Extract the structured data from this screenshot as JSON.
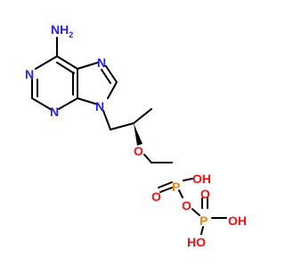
{
  "molecule": {
    "atoms": {
      "amine": "NH",
      "amine_sub": "2",
      "n1": "N",
      "n3": "N",
      "n7": "N",
      "n9": "N",
      "ether_o": "O",
      "p1": "P",
      "p1_oxo": "O",
      "p1_oh": "OH",
      "bridge_o": "O",
      "p2": "P",
      "p2_oxo": "O",
      "p2_oh_right": "OH",
      "p2_oh_bottom": "HO"
    },
    "colors": {
      "bond": "#000000",
      "nitrogen": "#1f1fff",
      "oxygen": "#ff0d0d",
      "phosphorus": "#ff8000"
    }
  }
}
